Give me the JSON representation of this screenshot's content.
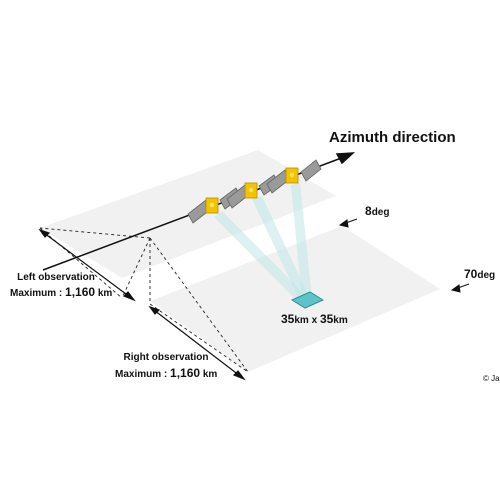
{
  "title": "Azimuth direction",
  "left_observation": {
    "line1": "Left observation",
    "max_label": "Maximum : ",
    "max_value": "1,160",
    "max_unit": "km"
  },
  "right_observation": {
    "line1": "Right observation",
    "max_label": "Maximum : ",
    "max_value": "1,160",
    "max_unit": "km"
  },
  "angle_inner": {
    "value": "8",
    "unit": "deg"
  },
  "angle_outer": {
    "value": "70",
    "unit": "deg"
  },
  "footprint": {
    "w_value": "35",
    "w_unit": "km",
    "sep": " x ",
    "h_value": "35",
    "h_unit": "km"
  },
  "copyright": "© Ja",
  "colors": {
    "swath": "#eeeeee",
    "beam": "#bfe6e8",
    "footprint": "#5ec3c9",
    "panel": "#9a9a9a",
    "satellite_body": "#f2c400",
    "track": "#111111"
  },
  "icons": {
    "satellite": "satellite-icon",
    "arrow": "arrow-icon"
  }
}
